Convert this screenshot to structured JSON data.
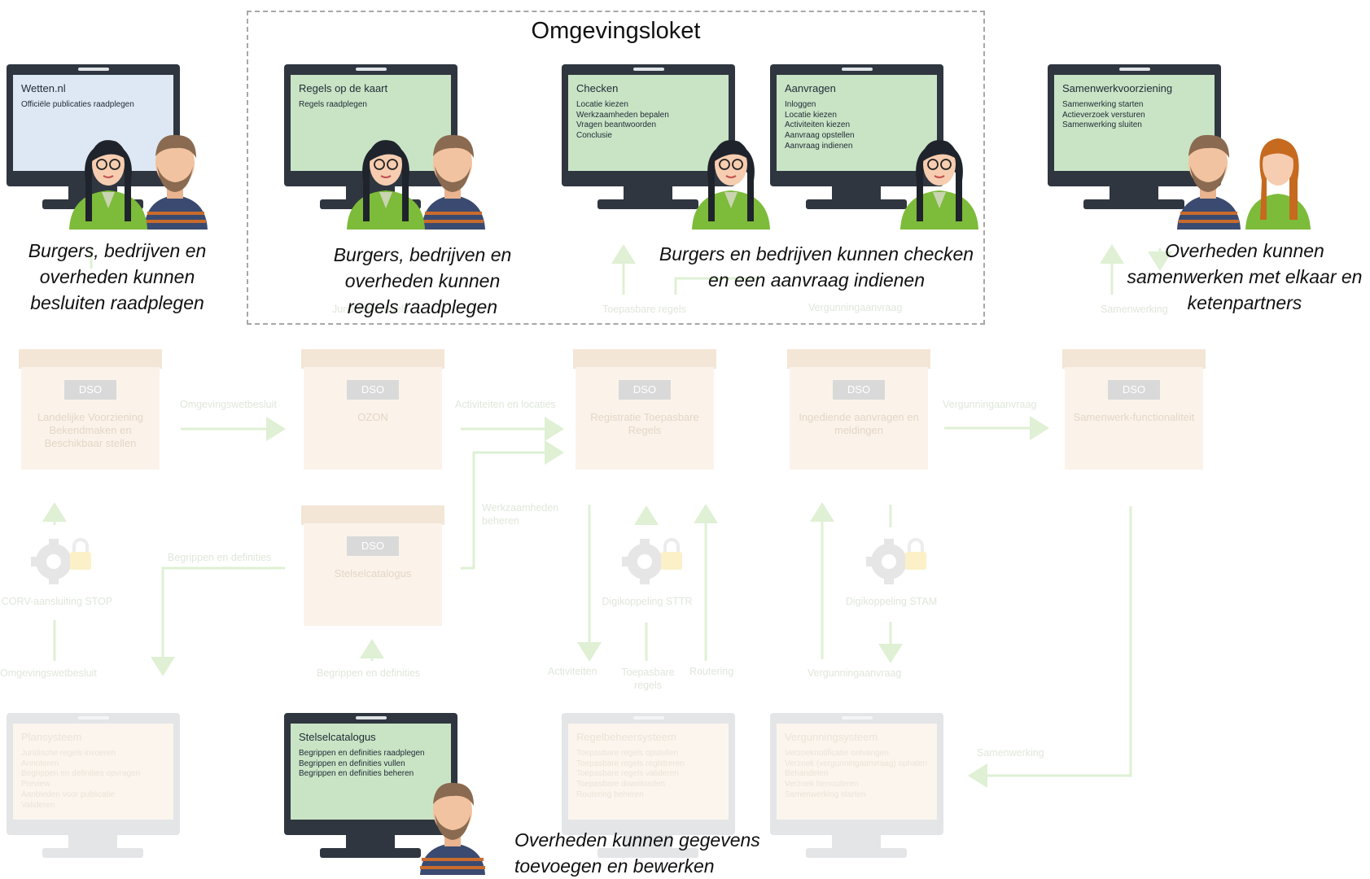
{
  "loket": {
    "title": "Omgevingsloket"
  },
  "monitors": {
    "wetten": {
      "title": "Wetten.nl",
      "items": [
        "Officiële publicaties raadplegen"
      ]
    },
    "regels_kaart": {
      "title": "Regels op de kaart",
      "items": [
        "Regels raadplegen"
      ]
    },
    "checken": {
      "title": "Checken",
      "items": [
        "Locatie kiezen",
        "Werkzaamheden bepalen",
        "Vragen beantwoorden",
        "Conclusie"
      ]
    },
    "aanvragen": {
      "title": "Aanvragen",
      "items": [
        "Inloggen",
        "Locatie kiezen",
        "Activiteiten kiezen",
        "Aanvraag opstellen",
        "Aanvraag indienen"
      ]
    },
    "samenwerk": {
      "title": "Samenwerkvoorziening",
      "items": [
        "Samenwerking starten",
        "Actieverzoek versturen",
        "Samenwerking sluiten"
      ]
    },
    "plansysteem": {
      "title": "Plansysteem",
      "items": [
        "Juridische regels invoeren",
        "Annoteren",
        "Begrippen en definities opvragen",
        "Preview",
        "Aanbieden voor publicatie",
        "Valideren"
      ]
    },
    "stelsel": {
      "title": "Stelselcatalogus",
      "items": [
        "Begrippen en definities raadplegen",
        "Begrippen en definities vullen",
        "Begrippen en definities beheren"
      ]
    },
    "regelbeheer": {
      "title": "Regelbeheersysteem",
      "items": [
        "Toepasbare regels opstellen",
        "Toepasbare regels registreren",
        "Toepasbare regels valideren",
        "Toepasbare downloaden",
        "Routering beheren"
      ]
    },
    "vergunning": {
      "title": "Vergunningsysteem",
      "items": [
        "Verzoeknotificatie ontvangen",
        "Verzoek (vergunningaanvraag) ophalen",
        "Behandelen",
        "Verzoek herrouteren",
        "Samenwerking starten"
      ]
    }
  },
  "dso": {
    "tag": "DSO",
    "lvbb": "Landelijke Voorziening Bekendmaken en Beschikbaar stellen",
    "ozon": "OZON",
    "rtr": "Registratie Toepasbare Regels",
    "ingediend": "Ingediende aanvragen en meldingen",
    "samenwerk": "Samenwerk-functionaliteit",
    "stelsel": "Stelselcatalogus"
  },
  "connectors": {
    "stop": "CORV-aansluiting STOP",
    "sttr": "Digikoppeling STTR",
    "stam": "Digikoppeling STAM"
  },
  "flows": {
    "omgevingswetbesluit": "Omgevingswetbesluit",
    "activiteiten_locaties": "Activiteiten en locaties",
    "vergunningaanvraag": "Vergunningaanvraag",
    "werkzaamheden_beheren": "Werkzaamheden beheren",
    "begrippen_definities": "Begrippen en definities",
    "activiteiten": "Activiteiten",
    "toepasbare_regels": "Toepasbare regels",
    "routering": "Routering",
    "samenwerking": "Samenwerking",
    "juridische_regels": "Juridische regels"
  },
  "captions": {
    "wetten": "Burgers, bedrijven en\noverheden kunnen\nbesluiten raadplegen",
    "regels": "Burgers, bedrijven en\noverheden kunnen\nregels raadplegen",
    "checken": "Burgers en bedrijven kunnen checken\nen een aanvraag indienen",
    "samenwerk": "Overheden kunnen\nsamenwerken met elkaar en\nketenpartners",
    "stelsel": "Overheden kunnen gegevens\ntoevoegen en bewerken"
  },
  "colors": {
    "monitor_frame": "#2f3640",
    "screen_green": "#c9e4c5",
    "screen_blue": "#dde8f4",
    "faded_arrow": "#dff0d4",
    "dso_tag": "#d9d9d9"
  }
}
